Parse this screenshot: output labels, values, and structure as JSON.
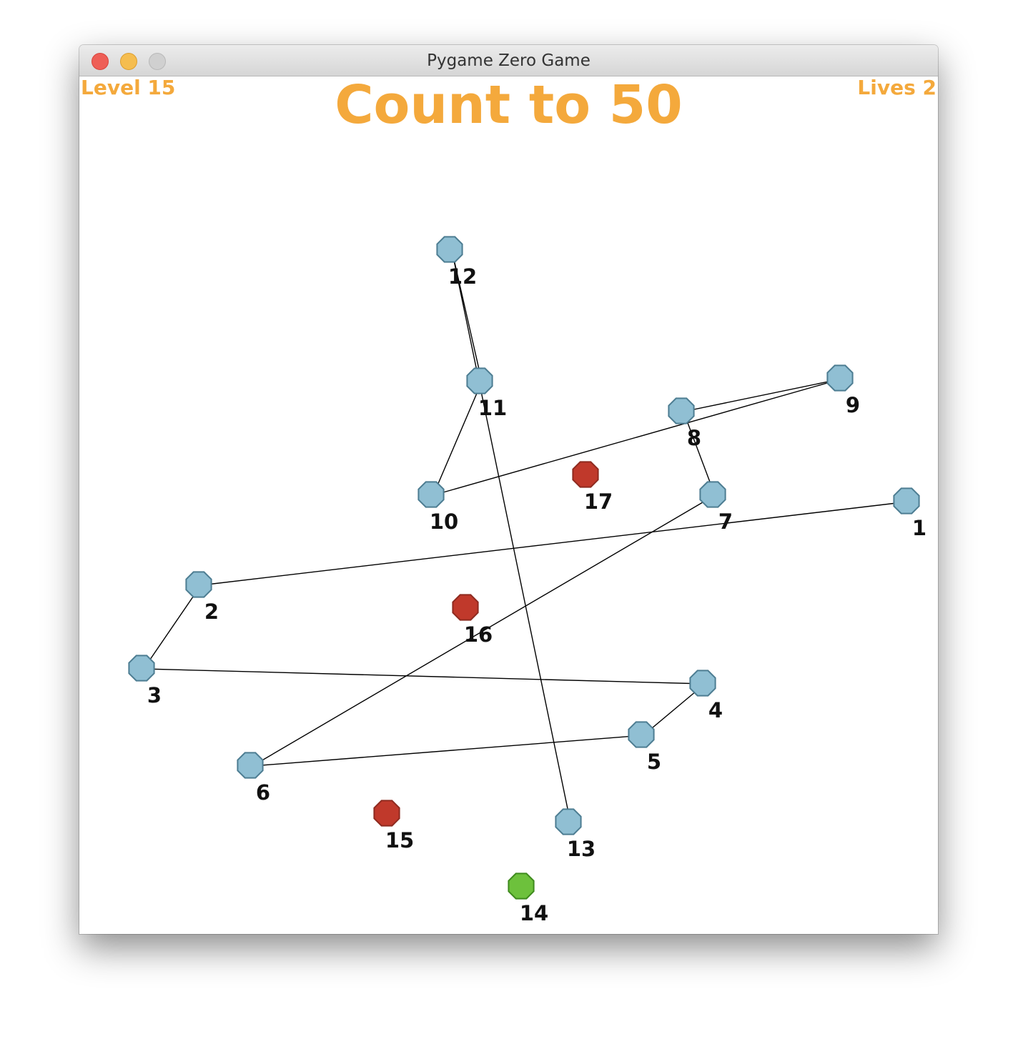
{
  "window": {
    "title": "Pygame Zero Game"
  },
  "hud": {
    "level": "Level 15",
    "lives": "Lives 2",
    "headline": "Count to 50"
  },
  "colors": {
    "hud_text": "#f4a93c",
    "dot_visited": "#90bfd3",
    "dot_visited_stroke": "#4d7d92",
    "dot_pending": "#c0392b",
    "dot_pending_stroke": "#8e2a1f",
    "dot_next": "#6dc13c",
    "dot_next_stroke": "#3e8a1d",
    "line": "#000000"
  },
  "dots": [
    {
      "label": "1",
      "state": "visited"
    },
    {
      "label": "2",
      "state": "visited"
    },
    {
      "label": "3",
      "state": "visited"
    },
    {
      "label": "4",
      "state": "visited"
    },
    {
      "label": "5",
      "state": "visited"
    },
    {
      "label": "6",
      "state": "visited"
    },
    {
      "label": "7",
      "state": "visited"
    },
    {
      "label": "8",
      "state": "visited"
    },
    {
      "label": "9",
      "state": "visited"
    },
    {
      "label": "10",
      "state": "visited"
    },
    {
      "label": "11",
      "state": "visited"
    },
    {
      "label": "12",
      "state": "visited"
    },
    {
      "label": "13",
      "state": "visited"
    },
    {
      "label": "14",
      "state": "next"
    },
    {
      "label": "15",
      "state": "pending"
    },
    {
      "label": "16",
      "state": "pending"
    },
    {
      "label": "17",
      "state": "pending"
    }
  ]
}
